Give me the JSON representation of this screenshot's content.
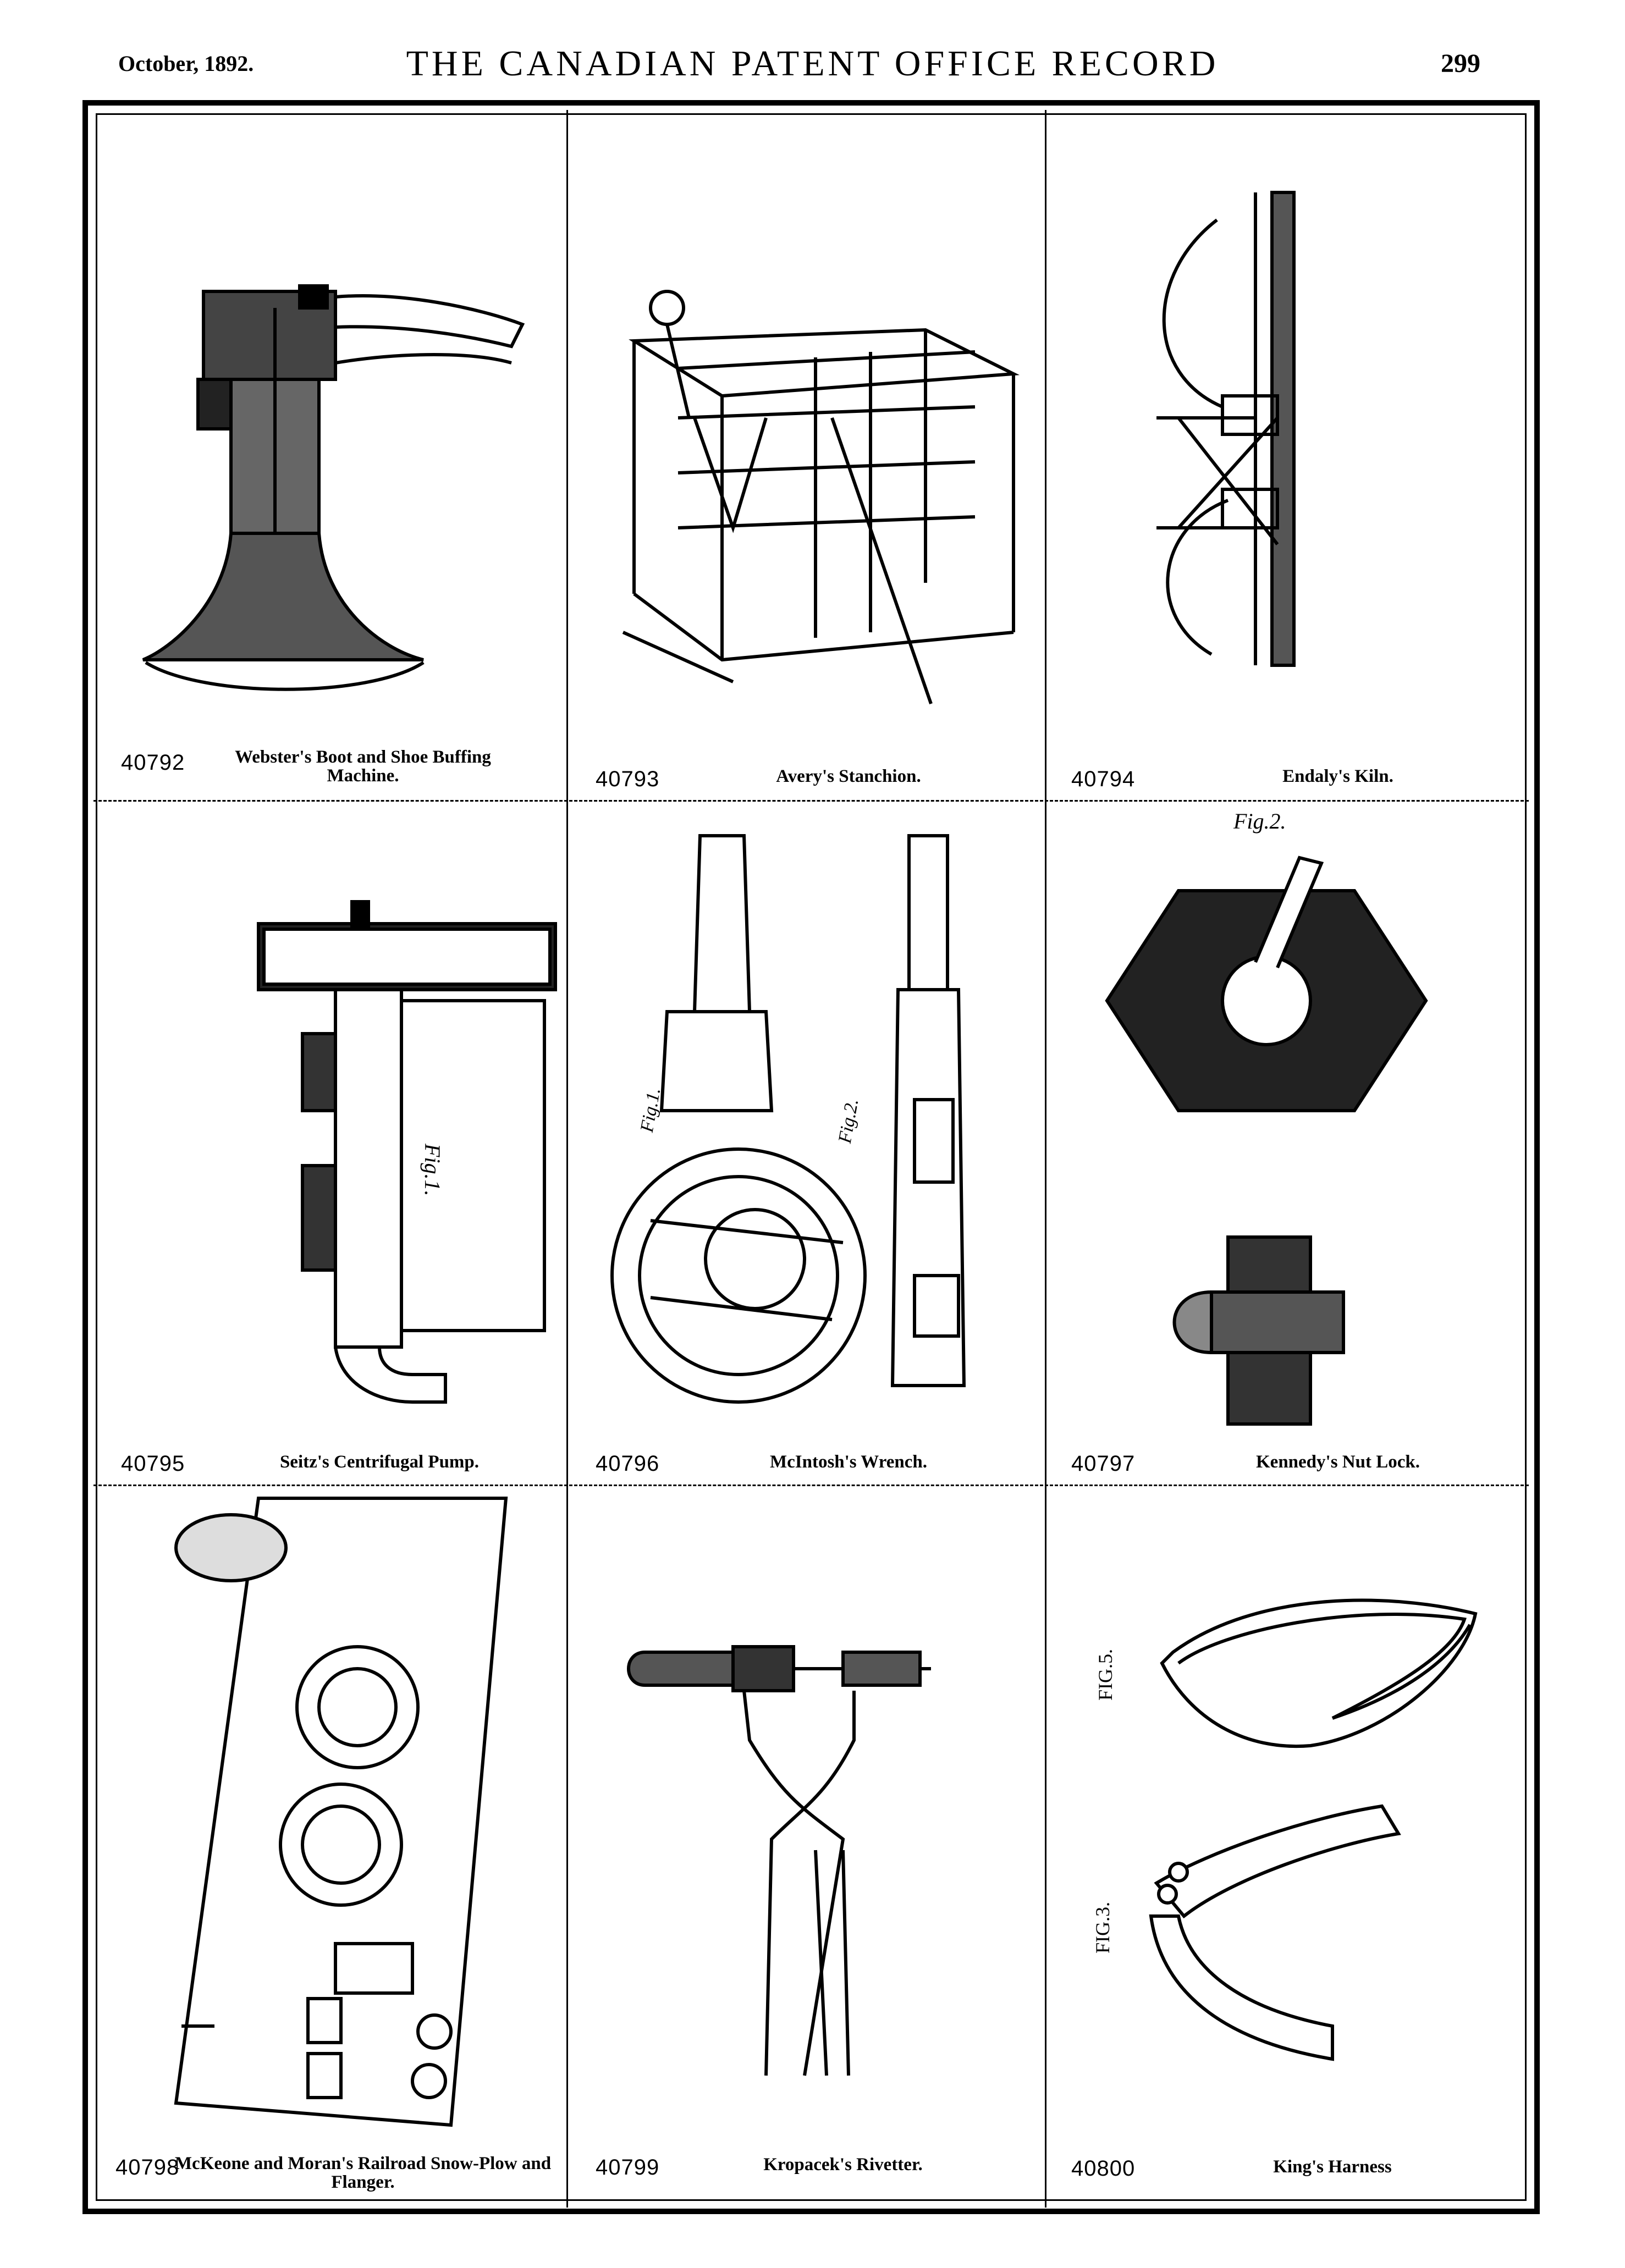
{
  "header": {
    "date": "October, 1892.",
    "title": "THE CANADIAN PATENT OFFICE RECORD",
    "page": "299"
  },
  "patents": [
    {
      "number": "40792",
      "title": "Webster's Boot and Shoe Buffing Machine."
    },
    {
      "number": "40793",
      "title": "Avery's Stanchion."
    },
    {
      "number": "40794",
      "title": "Endaly's Kiln."
    },
    {
      "number": "40795",
      "title": "Seitz's Centrifugal Pump."
    },
    {
      "number": "40796",
      "title": "McIntosh's Wrench."
    },
    {
      "number": "40797",
      "title": "Kennedy's Nut Lock."
    },
    {
      "number": "40798",
      "title": "McKeone and Moran's Railroad Snow-Plow and Flanger."
    },
    {
      "number": "40799",
      "title": "Kropacek's Rivetter."
    },
    {
      "number": "40800",
      "title": "King's Harness"
    }
  ],
  "figure_labels": {
    "fig1": "Fig.1.",
    "fig2": "Fig.2.",
    "fig3": "FIG.3.",
    "fig5": "FIG.5."
  }
}
